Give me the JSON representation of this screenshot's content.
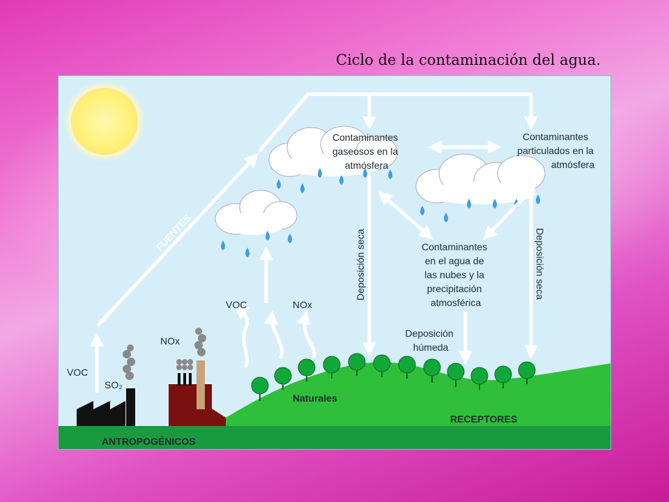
{
  "slide": {
    "title": "Ciclo de la contaminación del agua."
  },
  "diagram": {
    "fuentes": "FUENTES",
    "gas_title": [
      "Contaminantes",
      "gaseosos en la",
      "atmósfera"
    ],
    "part_title": [
      "Contaminantes",
      "particulados en la",
      "atmósfera"
    ],
    "water_title": [
      "Contaminantes",
      "en el agua de",
      "las nubes y la",
      "precipitación",
      "atmosférica"
    ],
    "dep_seca_left": "Deposición seca",
    "dep_seca_right": "Deposición seca",
    "dep_humeda": [
      "Deposición",
      "húmeda"
    ],
    "voc_left": "VOC",
    "so2": "SO₂",
    "nox_factory": "NOx",
    "voc_mid": "VOC",
    "nox_mid": "NOx",
    "naturales": "Naturales",
    "receptores": "RECEPTORES",
    "antropogenicos": "ANTROPOGÉNICOS",
    "colors": {
      "sky": "#d6eef8",
      "sun": "#fff59d",
      "hill": "#2fbf3a",
      "ground": "#1a9a3e",
      "tree": "#11a83a",
      "drop": "#3f9ee0",
      "factory_red": "#7a1010",
      "factory_black": "#111111"
    }
  }
}
